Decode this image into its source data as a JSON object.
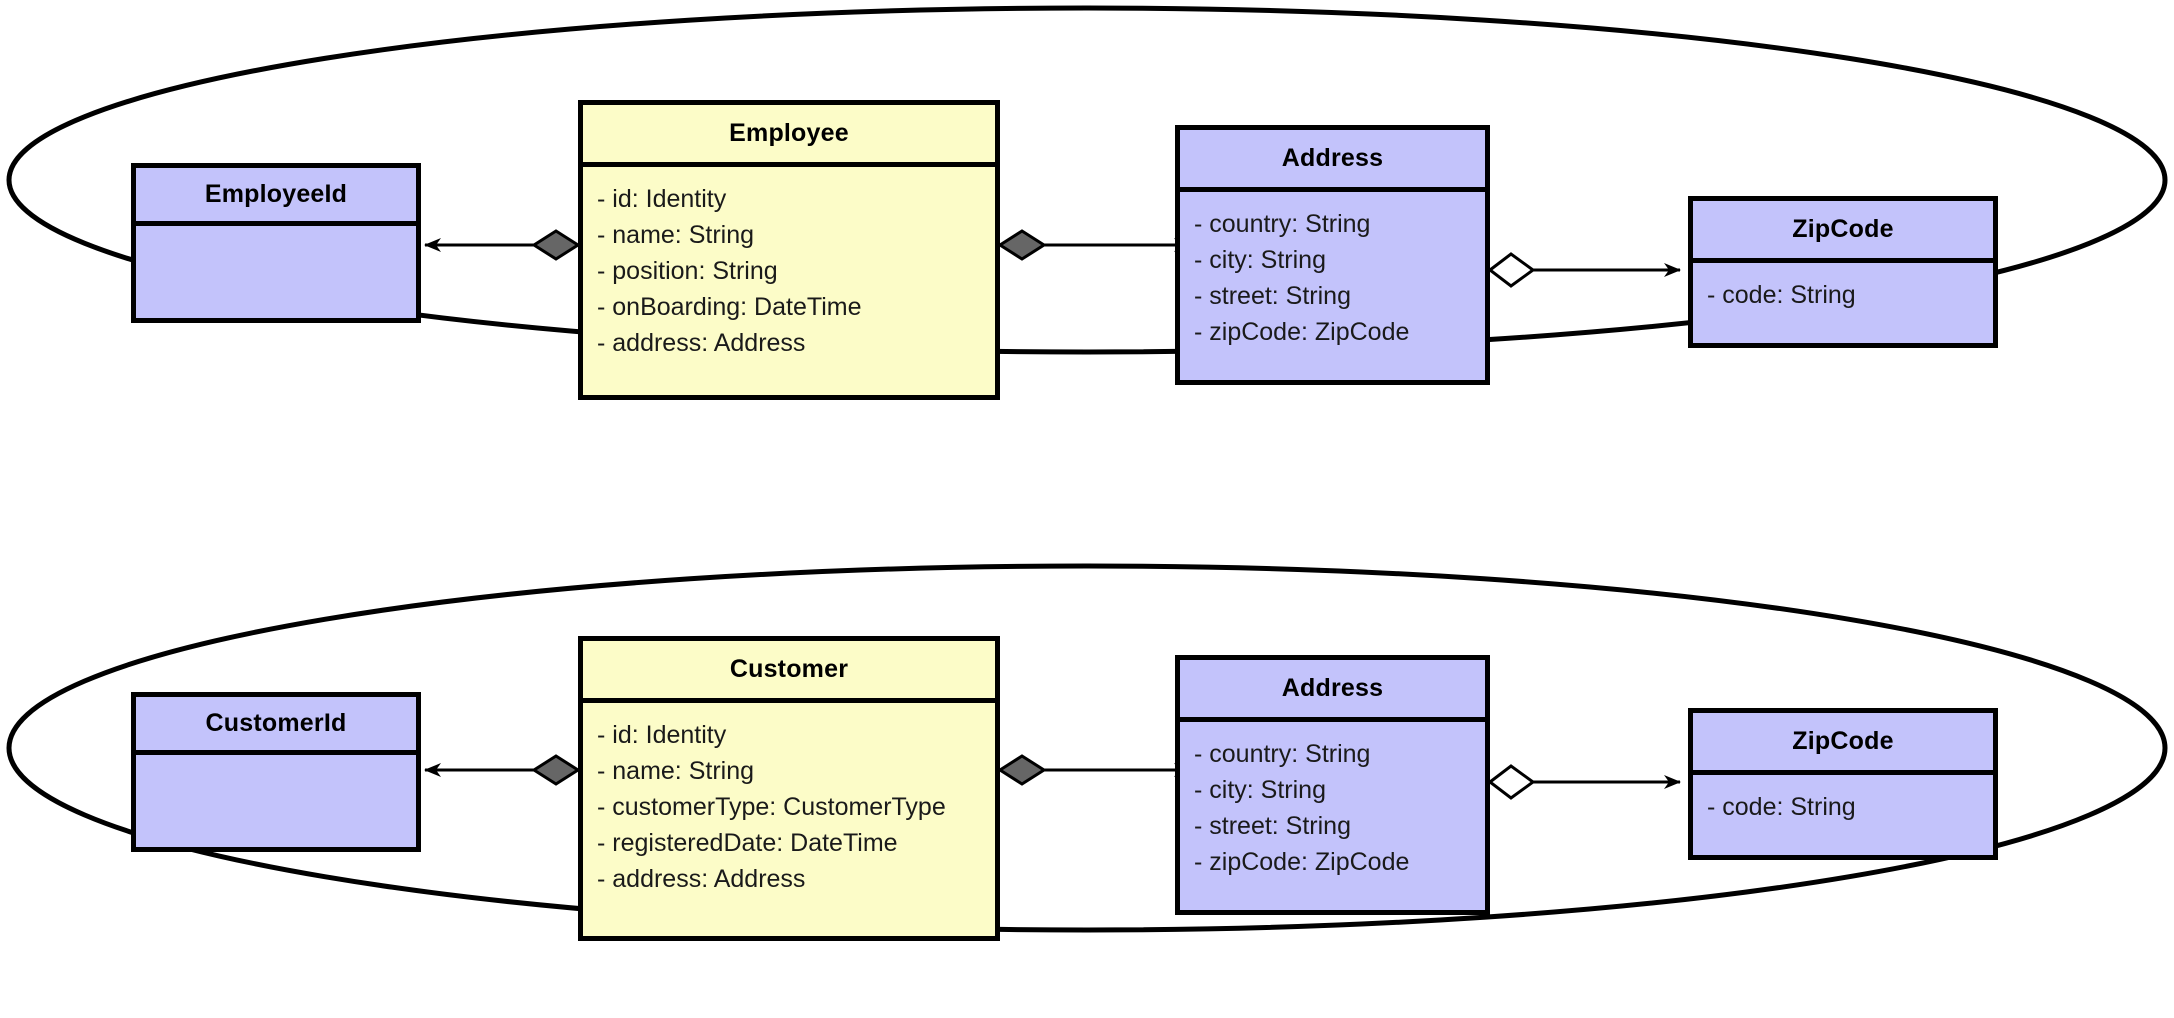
{
  "diagram": {
    "type": "uml-class-diagram",
    "colors": {
      "aggregate_root_fill": "#fcfcc8",
      "value_object_fill": "#c3c3fb",
      "stroke": "#000000",
      "composition_diamond_fill": "#666666",
      "aggregation_diamond_fill": "#ffffff",
      "background": "#ffffff"
    }
  },
  "aggregates": [
    {
      "name": "employee-aggregate",
      "boundary_shape": "ellipse",
      "classes": [
        {
          "id": "employee-id",
          "title": "EmployeeId",
          "stereotype": "value-object",
          "attributes": []
        },
        {
          "id": "employee",
          "title": "Employee",
          "stereotype": "root-entity",
          "attributes": [
            "- id: Identity",
            "- name: String",
            "- position: String",
            "- onBoarding: DateTime",
            "- address: Address"
          ]
        },
        {
          "id": "employee-address",
          "title": "Address",
          "stereotype": "value-object",
          "attributes": [
            "- country: String",
            "- city: String",
            "- street: String",
            "- zipCode: ZipCode"
          ]
        },
        {
          "id": "employee-zipcode",
          "title": "ZipCode",
          "stereotype": "value-object",
          "attributes": [
            "- code: String"
          ]
        }
      ],
      "relations": [
        {
          "from": "employee",
          "to": "employee-id",
          "kind": "composition"
        },
        {
          "from": "employee",
          "to": "employee-address",
          "kind": "composition"
        },
        {
          "from": "employee-address",
          "to": "employee-zipcode",
          "kind": "aggregation"
        }
      ]
    },
    {
      "name": "customer-aggregate",
      "boundary_shape": "ellipse",
      "classes": [
        {
          "id": "customer-id",
          "title": "CustomerId",
          "stereotype": "value-object",
          "attributes": []
        },
        {
          "id": "customer",
          "title": "Customer",
          "stereotype": "root-entity",
          "attributes": [
            "- id: Identity",
            "- name: String",
            "- customerType: CustomerType",
            "- registeredDate: DateTime",
            "- address: Address"
          ]
        },
        {
          "id": "customer-address",
          "title": "Address",
          "stereotype": "value-object",
          "attributes": [
            "- country: String",
            "- city: String",
            "- street: String",
            "- zipCode: ZipCode"
          ]
        },
        {
          "id": "customer-zipcode",
          "title": "ZipCode",
          "stereotype": "value-object",
          "attributes": [
            "- code: String"
          ]
        }
      ],
      "relations": [
        {
          "from": "customer",
          "to": "customer-id",
          "kind": "composition"
        },
        {
          "from": "customer",
          "to": "customer-address",
          "kind": "composition"
        },
        {
          "from": "customer-address",
          "to": "customer-zipcode",
          "kind": "aggregation"
        }
      ]
    }
  ]
}
